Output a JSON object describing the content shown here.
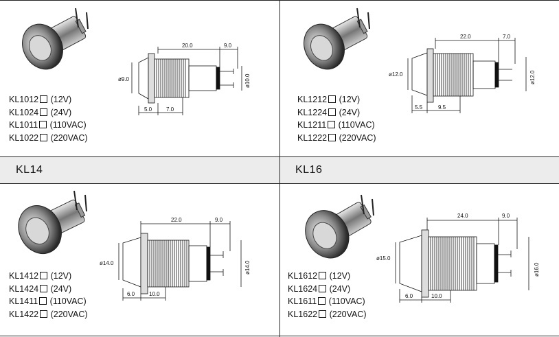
{
  "headers": {
    "left": "KL14",
    "right": "KL16"
  },
  "panels": [
    {
      "models": [
        {
          "code": "KL1012",
          "spec": "(12V)"
        },
        {
          "code": "KL1024",
          "spec": "(24V)"
        },
        {
          "code": "KL1011",
          "spec": "(110VAC)"
        },
        {
          "code": "KL1022",
          "spec": "(220VAC)"
        }
      ],
      "dims": {
        "length": "20.0",
        "tail": "9.0",
        "head_dia": "ø9.0",
        "body_dia": "ø10.0",
        "head_len": "5.0",
        "thread_len": "7.0"
      }
    },
    {
      "models": [
        {
          "code": "KL1212",
          "spec": "(12V)"
        },
        {
          "code": "KL1224",
          "spec": "(24V)"
        },
        {
          "code": "KL1211",
          "spec": "(110VAC)"
        },
        {
          "code": "KL1222",
          "spec": "(220VAC)"
        }
      ],
      "dims": {
        "length": "22.0",
        "tail": "7.0",
        "head_dia": "ø12.0",
        "body_dia": "ø12.0",
        "head_len": "5.5",
        "thread_len": "9.5"
      }
    },
    {
      "models": [
        {
          "code": "KL1412",
          "spec": "(12V)"
        },
        {
          "code": "KL1424",
          "spec": "(24V)"
        },
        {
          "code": "KL1411",
          "spec": "(110VAC)"
        },
        {
          "code": "KL1422",
          "spec": "(220VAC)"
        }
      ],
      "dims": {
        "length": "22.0",
        "tail": "9.0",
        "head_dia": "ø14.0",
        "body_dia": "ø14.0",
        "head_len": "6.0",
        "thread_len": "10.0"
      }
    },
    {
      "models": [
        {
          "code": "KL1612",
          "spec": "(12V)"
        },
        {
          "code": "KL1624",
          "spec": "(24V)"
        },
        {
          "code": "KL1611",
          "spec": "(110VAC)"
        },
        {
          "code": "KL1622",
          "spec": "(220VAC)"
        }
      ],
      "dims": {
        "length": "24.0",
        "tail": "9.0",
        "head_dia": "ø15.0",
        "body_dia": "ø16.0",
        "head_len": "6.0",
        "thread_len": "10.0"
      }
    }
  ]
}
